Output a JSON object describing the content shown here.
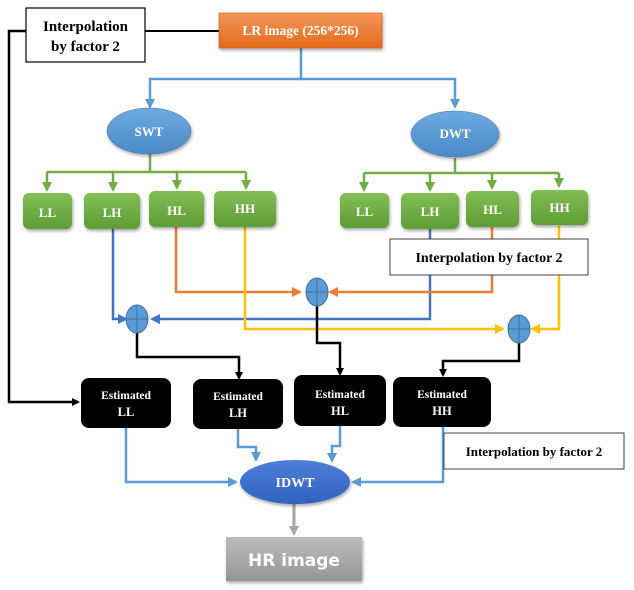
{
  "colors": {
    "orange": "#ED7D31",
    "blue_ellipse": "#5B9BD5",
    "green": "#70AD47",
    "line_blue": "#4472C4",
    "line_lightblue": "#5B9BD5",
    "line_yellow": "#FFC000",
    "black": "#000000",
    "gray": "#A5A5A5"
  },
  "nodes": {
    "lr_image": "LR image (256*256)",
    "interp_top_line1": "Interpolation",
    "interp_top_line2": "by factor 2",
    "swt": "SWT",
    "dwt": "DWT",
    "swt_bands": [
      "LL",
      "LH",
      "HL",
      "HH"
    ],
    "dwt_bands": [
      "LL",
      "LH",
      "HL",
      "HH"
    ],
    "interp_mid": "Interpolation by factor 2",
    "est_ll_1": "Estimated",
    "est_ll_2": "LL",
    "est_lh_1": "Estimated",
    "est_lh_2": "LH",
    "est_hl_1": "Estimated",
    "est_hl_2": "HL",
    "est_hh_1": "Estimated",
    "est_hh_2": "HH",
    "interp_bottom": "Interpolation by factor 2",
    "idwt": "IDWT",
    "hr_image": "HR image"
  }
}
